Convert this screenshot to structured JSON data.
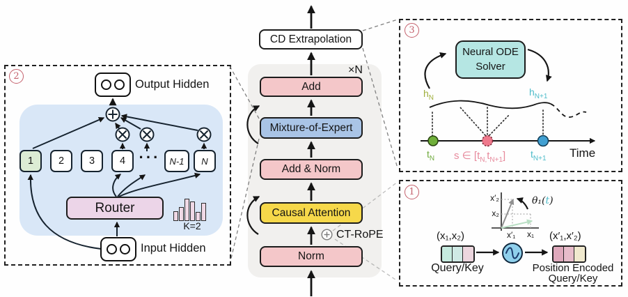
{
  "figure": {
    "panel_moe": {
      "badge": "2",
      "output_hidden_label": "Output Hidden",
      "input_hidden_label": "Input Hidden",
      "router_label": "Router",
      "topk_label": "K=2",
      "ellipsis": "···",
      "expert_labels": [
        "1",
        "2",
        "3",
        "4",
        "N-1",
        "N"
      ],
      "bar_heights_pct": [
        45,
        62,
        100,
        88,
        40,
        80
      ]
    },
    "center_stack": {
      "output_box": "CD Extrapolation",
      "repeat_label": "×N",
      "blocks": [
        "Add",
        "Mixture-of-Expert",
        "Add & Norm",
        "Causal Attention",
        "Norm"
      ],
      "rope_label": "CT-RoPE"
    },
    "panel_ode": {
      "badge": "3",
      "solver_line1": "Neural ODE",
      "solver_line2": "Solver",
      "h_left": {
        "base": "h",
        "sub": "N"
      },
      "h_right": {
        "base": "h",
        "sub": "N+1"
      },
      "t_left": {
        "base": "t",
        "sub": "N"
      },
      "t_right": {
        "base": "t",
        "sub": "N+1"
      },
      "s_range": {
        "p1": "s ∈ [t",
        "s1": "N,",
        "p2": "t",
        "s2": "N+1",
        "p3": "]"
      },
      "time_label": "Time"
    },
    "panel_rope": {
      "badge": "1",
      "input_vec_label": "(x₁,x₂)",
      "query_key_label": "Query/Key",
      "output_vec_label": "(x′₁,x′₂)",
      "pos_encoded_line1": "Position Encoded",
      "pos_encoded_line2": "Query/Key",
      "axis_y_top": "x′₂",
      "axis_y_mid": "x₂",
      "axis_x_near": "x′₁",
      "axis_x_far": "x₁",
      "theta_pre": "θ₁(",
      "theta_t": "t",
      "theta_post": ")"
    },
    "colors": {
      "pink_block": "#f4c7c9",
      "yellow_block": "#f6d84a",
      "blue_block": "#a9c4e6",
      "moe_panel_bg": "#d9e7f7",
      "router_bg": "#ecd5e8",
      "expert1_bg": "#dcecd4",
      "ode_box_bg": "#b5e6e3",
      "timeline_dot_green": "#6faf3a",
      "timeline_dot_pink": "#ef798c",
      "timeline_dot_blue": "#41a0d2",
      "label_green": "#9fae3c",
      "label_teal": "#4ebcca",
      "label_pink": "#e78b9d",
      "badge_red": "#c4606c"
    }
  }
}
